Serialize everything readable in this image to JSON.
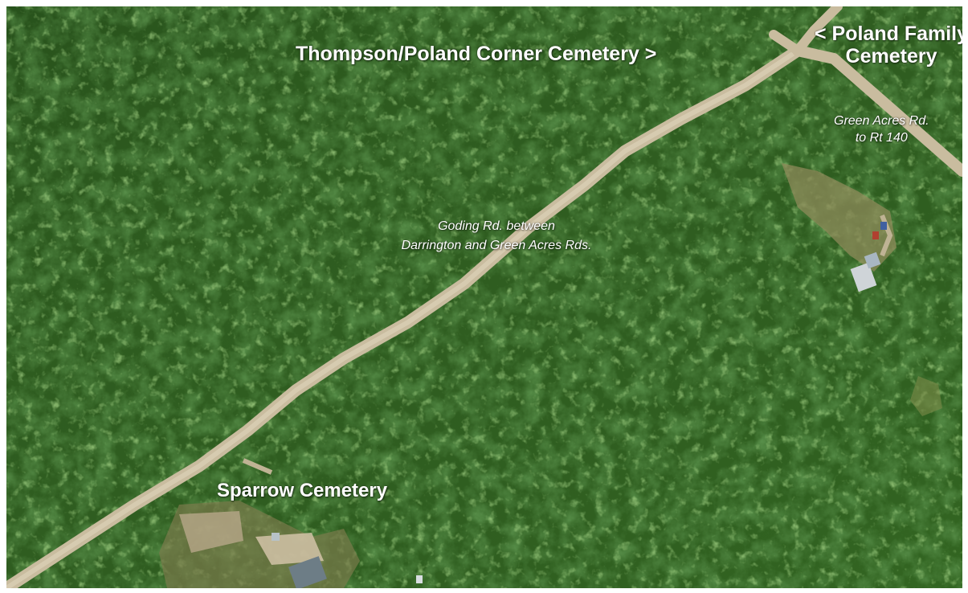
{
  "map": {
    "labels": {
      "thompson_poland": "Thompson/Poland Corner Cemetery >",
      "poland_family_line1": "< Poland Family",
      "poland_family_line2": "Cemetery",
      "green_acres_line1": "Green Acres Rd.",
      "green_acres_line2": "to Rt 140",
      "goding_line1": "Goding Rd. between",
      "goding_line2": "Darrington and Green Acres Rds.",
      "sparrow": "Sparrow Cemetery"
    }
  }
}
